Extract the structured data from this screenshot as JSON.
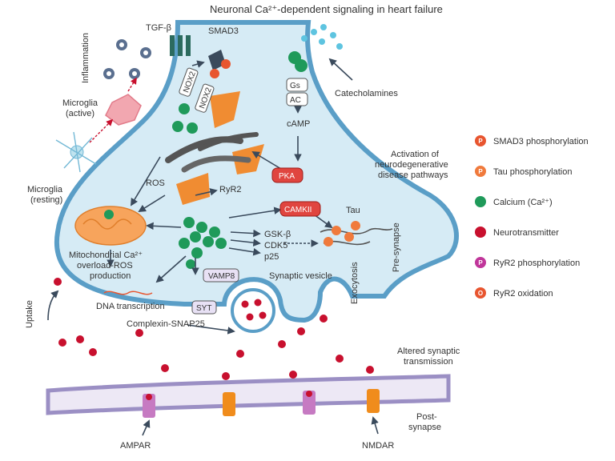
{
  "title": "Neuronal Ca²⁺-dependent signaling in heart failure",
  "labels": {
    "tgf_beta": "TGF-β",
    "smad3": "SMAD3",
    "inflammation": "Inflammation",
    "microglia_active": "Microglia\n(active)",
    "microglia_resting": "Microglia\n(resting)",
    "nox2_a": "NOX2",
    "nox2_b": "NOX2",
    "gs": "Gs",
    "ac": "AC",
    "camp": "cAMP",
    "catecholamines": "Catecholamines",
    "pka": "PKA",
    "ryr2": "RyR2",
    "ros": "ROS",
    "camkii": "CAMKII",
    "tau": "Tau",
    "activation": "Activation of\nneurodegenerative\ndisease pathways",
    "gsk": "GSK-β",
    "cdk5": "CDK5",
    "p25": "p25",
    "mito": "Mitochondrial Ca²⁺\noverload-ROS\nproduction",
    "dna": "DNA transcription",
    "vamp8": "VAMP8",
    "syt": "SYT",
    "synaptic_vesicle": "Synaptic vesicle",
    "exocytosis": "Exocytosis",
    "pre_synapse": "Pre-synapse",
    "complexin": "Complexin-SNAP25",
    "uptake": "Uptake",
    "altered": "Altered synaptic\ntransmission",
    "post_synapse": "Post-\nsynapse",
    "ampar": "AMPAR",
    "nmdar": "NMDAR"
  },
  "legend": [
    {
      "glyph": "P",
      "label": "SMAD3 phosphorylation",
      "color": "#e8552f"
    },
    {
      "glyph": "P",
      "label": "Tau phosphorylation",
      "color": "#f07a3c"
    },
    {
      "glyph": "",
      "label": "Calcium (Ca²⁺)",
      "color": "#1f9a5a"
    },
    {
      "glyph": "",
      "label": "Neurotransmitter",
      "color": "#c8102e"
    },
    {
      "glyph": "P",
      "label": "RyR2 phosphorylation",
      "color": "#c0369a"
    },
    {
      "glyph": "O",
      "label": "RyR2 oxidation",
      "color": "#e8552f"
    }
  ],
  "colors": {
    "neuron_fill": "#d6ebf5",
    "neuron_stroke": "#5a9ec7",
    "calcium": "#1f9a5a",
    "neurotransmitter": "#c8102e",
    "er": "#f08c32",
    "mito": "#f7a45c",
    "post_membrane": "#9b8fc4"
  }
}
